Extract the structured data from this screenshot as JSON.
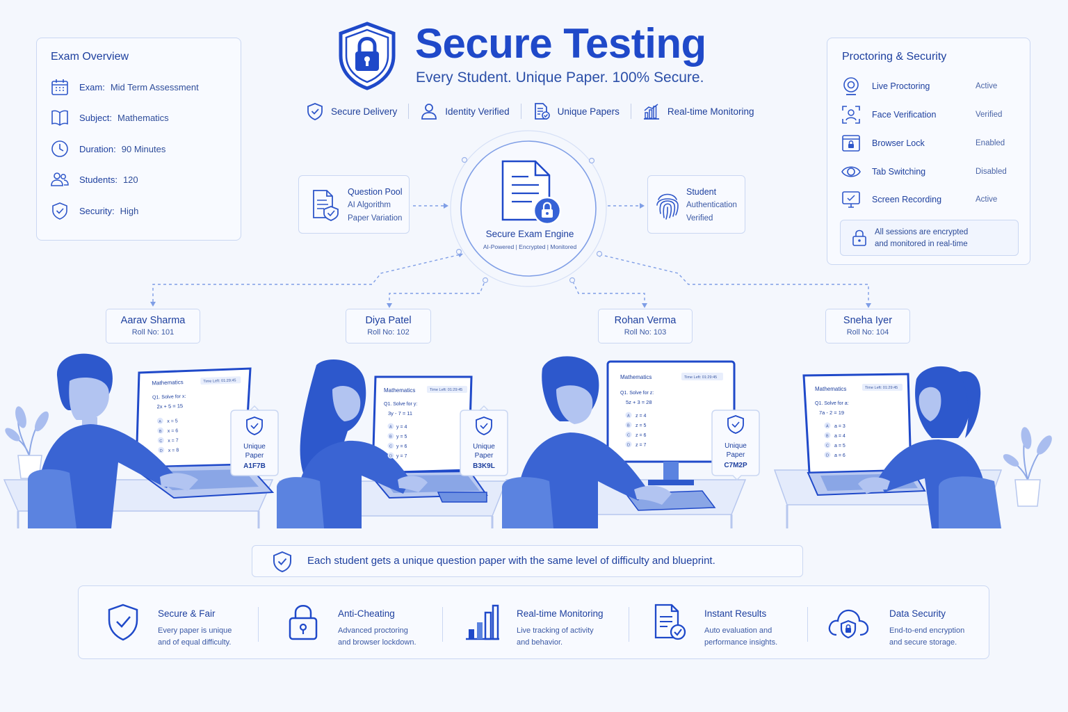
{
  "header": {
    "title": "Secure Testing",
    "tagline": "Every Student. Unique Paper. 100% Secure.",
    "features": [
      {
        "label": "Secure Delivery",
        "icon": "shield-check-icon"
      },
      {
        "label": "Identity Verified",
        "icon": "user-icon"
      },
      {
        "label": "Unique Papers",
        "icon": "document-icon"
      },
      {
        "label": "Real-time Monitoring",
        "icon": "bar-chart-icon"
      }
    ]
  },
  "exam_overview": {
    "title": "Exam Overview",
    "rows": [
      {
        "label": "Exam:",
        "value": "Mid Term Assessment",
        "icon": "calendar-icon"
      },
      {
        "label": "Subject:",
        "value": "Mathematics",
        "icon": "book-icon"
      },
      {
        "label": "Duration:",
        "value": "90 Minutes",
        "icon": "clock-icon"
      },
      {
        "label": "Students:",
        "value": "120",
        "icon": "users-icon"
      },
      {
        "label": "Security:",
        "value": "High",
        "icon": "shield-check-icon"
      }
    ]
  },
  "proctoring": {
    "title": "Proctoring & Security",
    "rows": [
      {
        "name": "Live Proctoring",
        "status": "Active",
        "icon": "webcam-icon"
      },
      {
        "name": "Face Verification",
        "status": "Verified",
        "icon": "face-scan-icon"
      },
      {
        "name": "Browser Lock",
        "status": "Enabled",
        "icon": "browser-lock-icon"
      },
      {
        "name": "Tab Switching",
        "status": "Disabled",
        "icon": "eye-icon"
      },
      {
        "name": "Screen Recording",
        "status": "Active",
        "icon": "monitor-icon"
      }
    ],
    "note_line1": "All sessions are encrypted",
    "note_line2": "and monitored in real-time"
  },
  "engine": {
    "label": "Secure Exam Engine",
    "sub": "AI-Powered | Encrypted | Monitored",
    "pool": {
      "title": "Question Pool",
      "line1": "AI Algorithm",
      "line2": "Paper Variation"
    },
    "auth": {
      "title": "Student",
      "line1": "Authentication",
      "line2": "Verified"
    }
  },
  "students": [
    {
      "name": "Aarav Sharma",
      "roll": "Roll No: 101",
      "screen": {
        "subject": "Mathematics",
        "timer": "Time Left: 01:29:45",
        "question": "Q1. Solve for x:",
        "equation": "2x + 5 = 15",
        "options": [
          {
            "key": "A",
            "text": "x = 5"
          },
          {
            "key": "B",
            "text": "x = 6"
          },
          {
            "key": "C",
            "text": "x = 7"
          },
          {
            "key": "D",
            "text": "x = 8"
          }
        ]
      },
      "tag_line1": "Unique",
      "tag_line2": "Paper",
      "code": "A1F7B"
    },
    {
      "name": "Diya Patel",
      "roll": "Roll No: 102",
      "screen": {
        "subject": "Mathematics",
        "timer": "Time Left: 01:29:45",
        "question": "Q1. Solve for y:",
        "equation": "3y - 7 = 11",
        "options": [
          {
            "key": "A",
            "text": "y = 4"
          },
          {
            "key": "B",
            "text": "y = 5"
          },
          {
            "key": "C",
            "text": "y = 6"
          },
          {
            "key": "D",
            "text": "y = 7"
          }
        ]
      },
      "tag_line1": "Unique",
      "tag_line2": "Paper",
      "code": "B3K9L"
    },
    {
      "name": "Rohan Verma",
      "roll": "Roll No: 103",
      "screen": {
        "subject": "Mathematics",
        "timer": "Time Left: 01:29:45",
        "question": "Q1. Solve for z:",
        "equation": "5z + 3 = 28",
        "options": [
          {
            "key": "A",
            "text": "z = 4"
          },
          {
            "key": "B",
            "text": "z = 5"
          },
          {
            "key": "C",
            "text": "z = 6"
          },
          {
            "key": "D",
            "text": "z = 7"
          }
        ]
      },
      "tag_line1": "Unique",
      "tag_line2": "Paper",
      "code": "C7M2P"
    },
    {
      "name": "Sneha Iyer",
      "roll": "Roll No: 104",
      "screen": {
        "subject": "Mathematics",
        "timer": "Time Left: 01:29:45",
        "question": "Q1. Solve for a:",
        "equation": "7a - 2 = 19",
        "options": [
          {
            "key": "A",
            "text": "a = 3"
          },
          {
            "key": "B",
            "text": "a = 4"
          },
          {
            "key": "C",
            "text": "a = 5"
          },
          {
            "key": "D",
            "text": "a = 6"
          }
        ]
      }
    }
  ],
  "banner": "Each student gets a unique question paper with the same level of difficulty and blueprint.",
  "features": [
    {
      "title": "Secure & Fair",
      "line1": "Every paper is unique",
      "line2": "and of equal difficulty.",
      "icon": "shield-check-icon"
    },
    {
      "title": "Anti-Cheating",
      "line1": "Advanced proctoring",
      "line2": "and browser lockdown.",
      "icon": "padlock-icon"
    },
    {
      "title": "Real-time Monitoring",
      "line1": "Live tracking of activity",
      "line2": "and behavior.",
      "icon": "bar-chart-icon"
    },
    {
      "title": "Instant Results",
      "line1": "Auto evaluation and",
      "line2": "performance insights.",
      "icon": "report-check-icon"
    },
    {
      "title": "Data Security",
      "line1": "End-to-end encryption",
      "line2": "and secure storage.",
      "icon": "cloud-lock-icon"
    }
  ],
  "colors": {
    "primary": "#1f49c9",
    "text": "#1d3f9e",
    "border": "#cad7f2",
    "background": "#f4f7fd",
    "fill": "#5b83e0"
  }
}
